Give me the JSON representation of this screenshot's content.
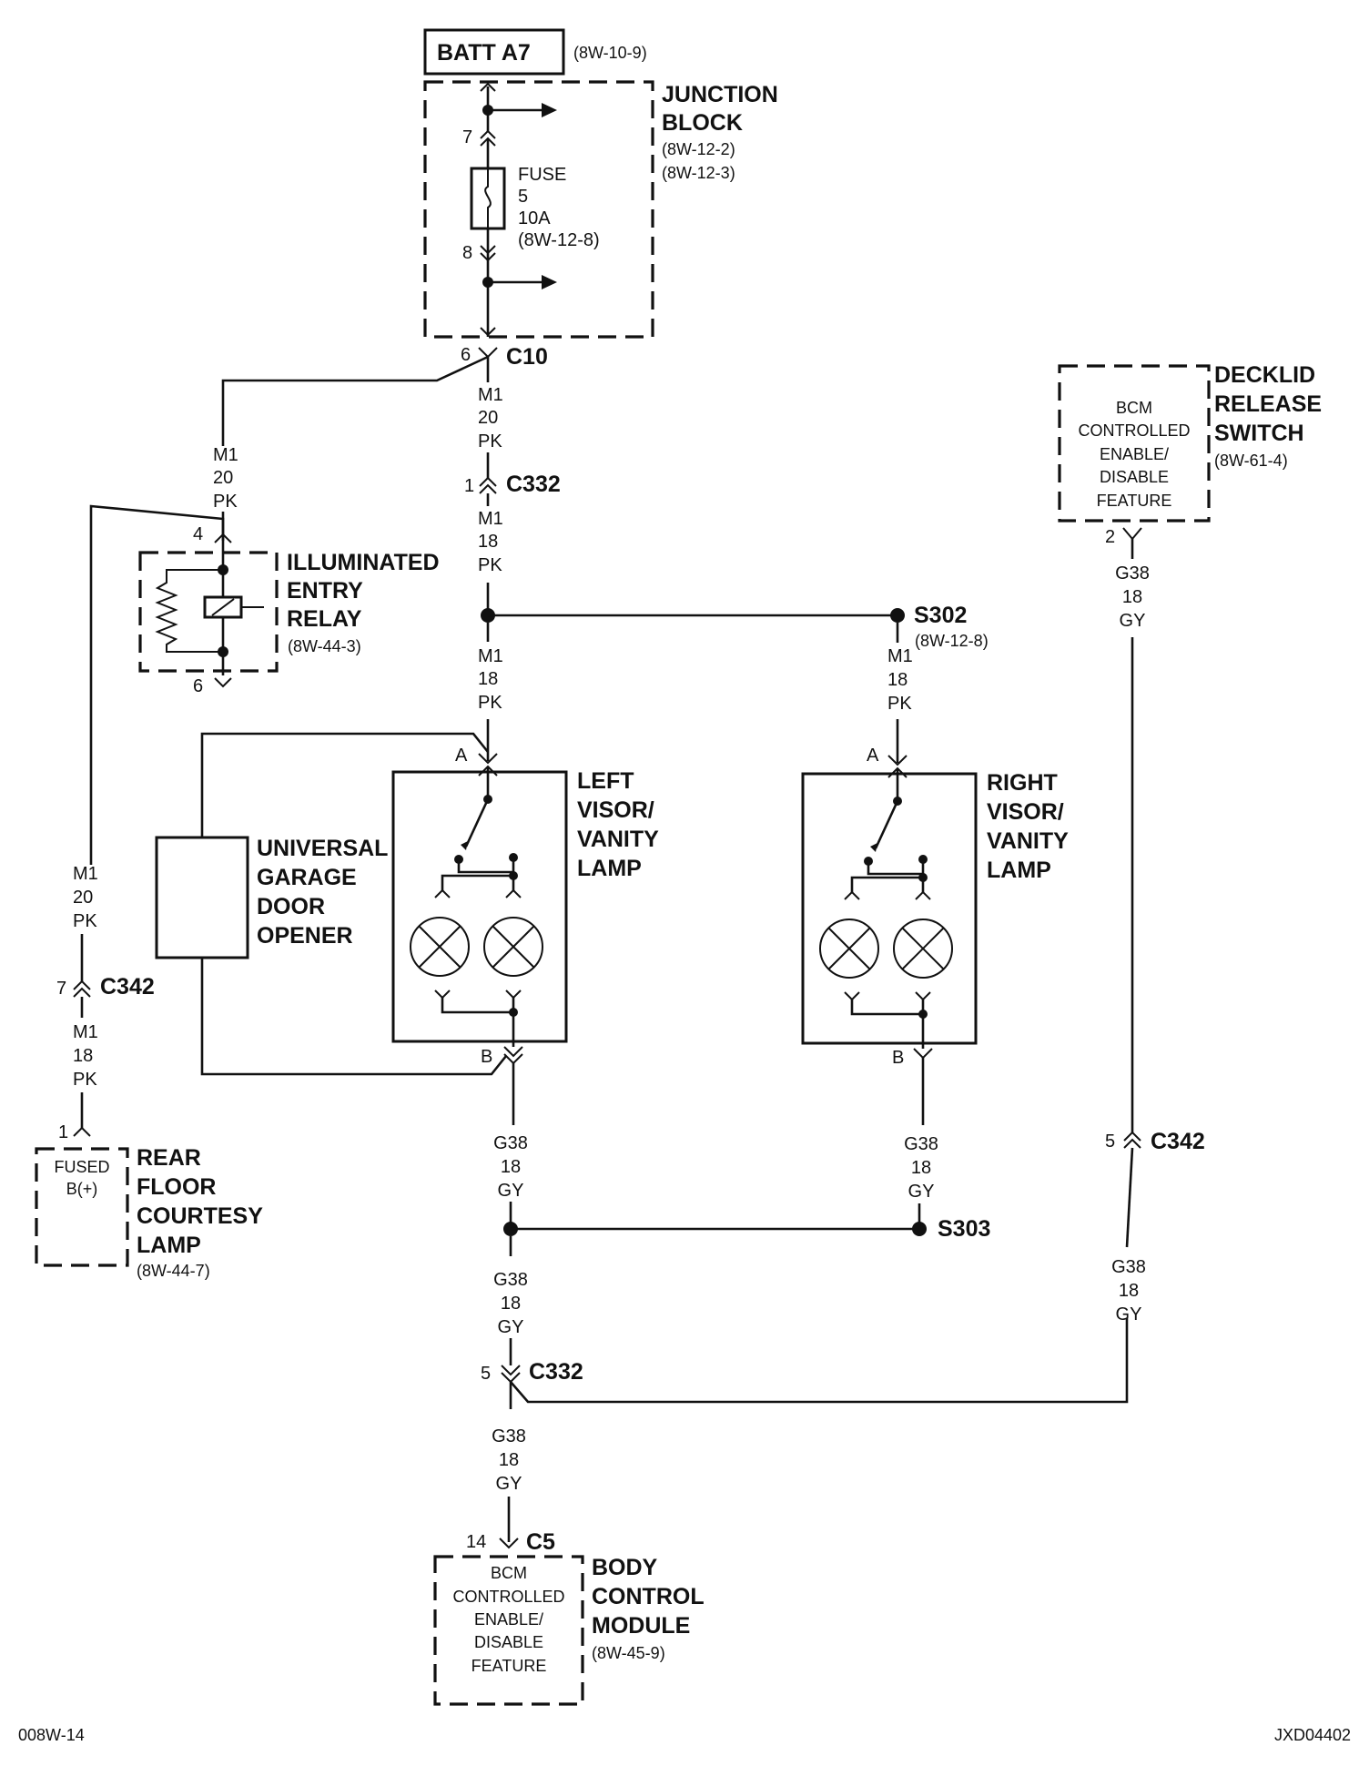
{
  "batt": {
    "label": "BATT A7",
    "ref": "(8W-10-9)"
  },
  "junction_block": {
    "title": [
      "JUNCTION",
      "BLOCK"
    ],
    "refs": [
      "(8W-12-2)",
      "(8W-12-3)"
    ],
    "fuse": [
      "FUSE",
      "5",
      "10A",
      "(8W-12-8)"
    ],
    "pin_top": "7",
    "pin_bottom": "8"
  },
  "c10": {
    "name": "C10",
    "pin": "6"
  },
  "wires": {
    "m1_20_pk": [
      "M1",
      "20",
      "PK"
    ],
    "m1_18_pk": [
      "M1",
      "18",
      "PK"
    ],
    "g38_18_gy": [
      "G38",
      "18",
      "GY"
    ]
  },
  "c332_top": {
    "name": "C332",
    "pin": "1"
  },
  "c332_bottom": {
    "name": "C332",
    "pin": "5"
  },
  "c342_left": {
    "name": "C342",
    "pin": "7"
  },
  "c342_right": {
    "name": "C342",
    "pin": "5"
  },
  "c5": {
    "name": "C5",
    "pin": "14"
  },
  "illuminated_entry_relay": {
    "title": [
      "ILLUMINATED",
      "ENTRY",
      "RELAY"
    ],
    "ref": "(8W-44-3)",
    "pin_top": "4",
    "pin_bottom": "6"
  },
  "s302": {
    "name": "S302",
    "ref": "(8W-12-8)"
  },
  "s303": {
    "name": "S303"
  },
  "left_visor": {
    "title": [
      "LEFT",
      "VISOR/",
      "VANITY",
      "LAMP"
    ],
    "pin_a": "A",
    "pin_b": "B"
  },
  "right_visor": {
    "title": [
      "RIGHT",
      "VISOR/",
      "VANITY",
      "LAMP"
    ],
    "pin_a": "A",
    "pin_b": "B"
  },
  "garage_door": {
    "title": [
      "UNIVERSAL",
      "GARAGE",
      "DOOR",
      "OPENER"
    ]
  },
  "rear_floor_lamp": {
    "title": [
      "REAR",
      "FLOOR",
      "COURTESY",
      "LAMP"
    ],
    "ref": "(8W-44-7)",
    "inner": [
      "FUSED",
      "B(+)"
    ],
    "pin": "1"
  },
  "decklid": {
    "title": [
      "DECKLID",
      "RELEASE",
      "SWITCH"
    ],
    "ref": "(8W-61-4)",
    "inner": [
      "BCM",
      "CONTROLLED",
      "ENABLE/",
      "DISABLE",
      "FEATURE"
    ],
    "pin": "2"
  },
  "bcm": {
    "title": [
      "BODY",
      "CONTROL",
      "MODULE"
    ],
    "ref": "(8W-45-9)",
    "inner": [
      "BCM",
      "CONTROLLED",
      "ENABLE/",
      "DISABLE",
      "FEATURE"
    ]
  },
  "footer": {
    "left": "008W-14",
    "right": "JXD04402"
  }
}
